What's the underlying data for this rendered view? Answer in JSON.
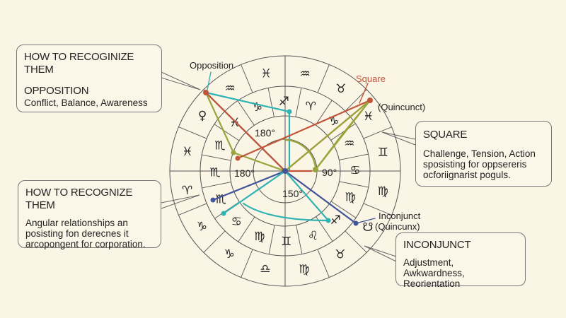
{
  "boxes": {
    "opposition": {
      "heading": "HOW TO RECOGINIZE THEM",
      "title": "OPPOSITION",
      "text": "Conflict, Balance, Awareness"
    },
    "recognize": {
      "heading": "HOW TO RECOGNIZE THEM",
      "lines": [
        "Angular relationships an",
        "posisting fon derecnes it",
        "arcopongent for corporation."
      ]
    },
    "square": {
      "title": "SQUARE",
      "lines": [
        "Challenge, Tension, Action",
        "sposisting for oppsereris",
        "ocforiignarist poguls."
      ]
    },
    "inconjunct": {
      "title": "INCONJUNCT",
      "lines": [
        "Adjustment,",
        "Awkwardness, Reorientation"
      ]
    }
  },
  "labels": {
    "opposition": "Opposition",
    "square": "Square",
    "quincunx_top": "(Quincunct)",
    "inconjunct": "Inconjunct",
    "quincunx": "(Quincunx)",
    "deg_180a": "180°",
    "deg_180b": "180°",
    "deg_90": "90°",
    "deg_150": "150°"
  },
  "colors": {
    "opposition": "#2fb3b3",
    "square": "#c0553a",
    "trine": "#9aa43a",
    "inconjunct": "#40549a"
  },
  "wheel": {
    "outer_glyphs": [
      "♓",
      "♒",
      "♉",
      "♓",
      "♊",
      "♍",
      "☋",
      "♉",
      "♍",
      "♎",
      "♑",
      "♑",
      "♈",
      "♓",
      "♀",
      "♒"
    ],
    "inner_glyphs": [
      "♐",
      "♈",
      "♑",
      "♒",
      "♋",
      "♍",
      "♐",
      "♌",
      "♊",
      "♍",
      "♋",
      "♏",
      "♏",
      "♏",
      "♓",
      "♑"
    ]
  }
}
